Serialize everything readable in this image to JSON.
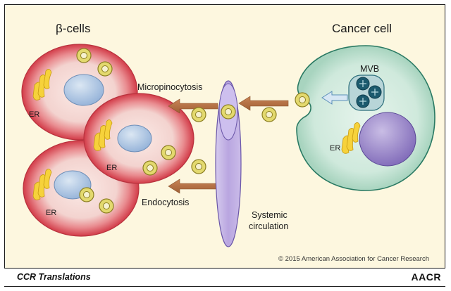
{
  "labels": {
    "beta_cells": "β-cells",
    "cancer_cell": "Cancer cell",
    "mvb": "MVB",
    "er": "ER",
    "micropinocytosis": "Micropinocytosis",
    "endocytosis": "Endocytosis",
    "systemic_circulation_line1": "Systemic",
    "systemic_circulation_line2": "circulation",
    "copyright": "© 2015 American Association for Cancer Research"
  },
  "footer": {
    "series": "CCR Translations",
    "logo_text": "AACR"
  },
  "colors": {
    "background": "#fdf7df",
    "beta_cell_fill": "#dd4a55",
    "beta_cell_inner": "#f6e0dc",
    "cancer_cell_fill": "#c9e6d8",
    "cancer_cell_border": "#2a7a63",
    "nucleus_blue": "#b2c9e4",
    "cancer_nucleus": "#9c8acb",
    "er_yellow": "#f6d23b",
    "exosome_ring": "#dfd86d",
    "arrow_brown": "#b77245",
    "circulation_vessel": "#c4b4e3",
    "mvb_fill": "#1c5a6e"
  }
}
